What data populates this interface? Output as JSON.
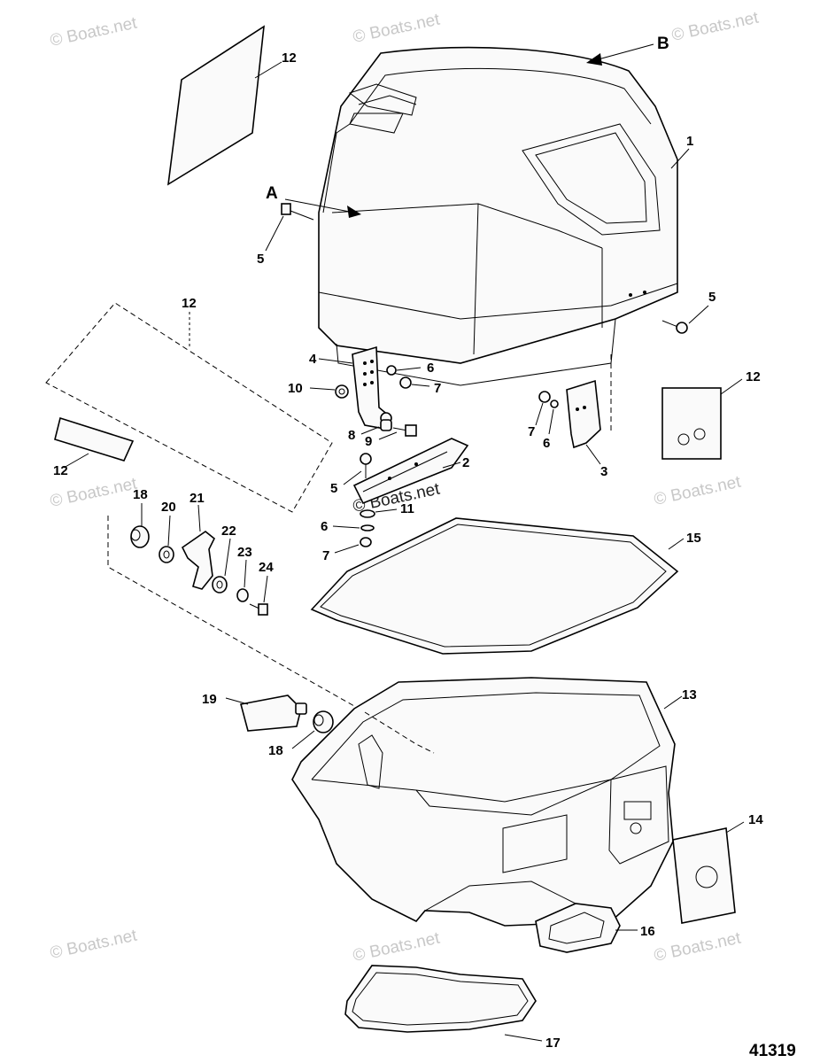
{
  "diagram": {
    "figure_number": "41319",
    "watermark": "© Boats.net",
    "view_labels": {
      "a": "A",
      "b": "B"
    },
    "callouts": {
      "c1": "1",
      "c2": "2",
      "c3": "3",
      "c4": "4",
      "c5a": "5",
      "c5b": "5",
      "c5c": "5",
      "c6a": "6",
      "c6b": "6",
      "c6c": "6",
      "c7a": "7",
      "c7b": "7",
      "c7c": "7",
      "c8": "8",
      "c9": "9",
      "c10": "10",
      "c11": "11",
      "c12a": "12",
      "c12b": "12",
      "c12c": "12",
      "c12d": "12",
      "c13": "13",
      "c14": "14",
      "c15": "15",
      "c16": "16",
      "c17": "17",
      "c18a": "18",
      "c18b": "18",
      "c19": "19",
      "c20": "20",
      "c21": "21",
      "c22": "22",
      "c23": "23",
      "c24": "24"
    }
  }
}
